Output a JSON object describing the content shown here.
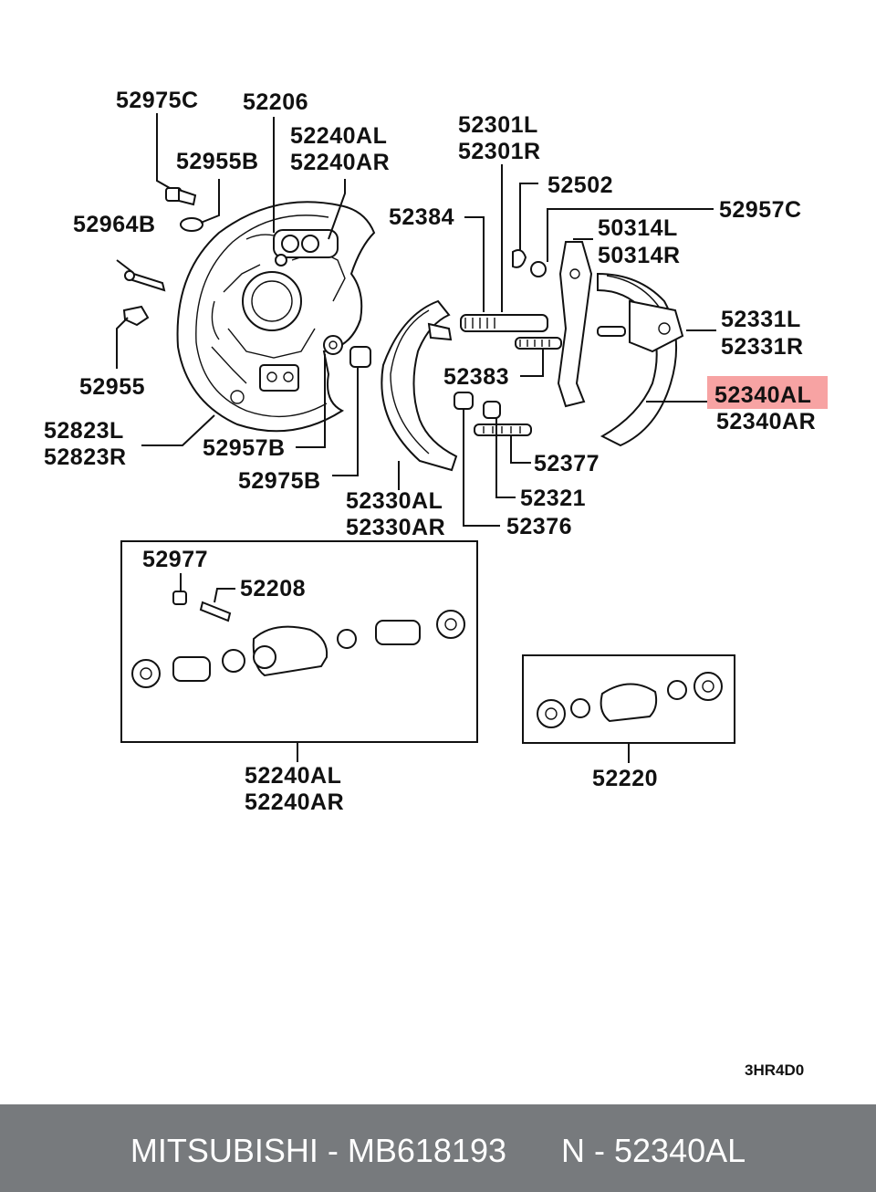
{
  "callouts": {
    "c52975C": "52975C",
    "c52206": "52206",
    "c52240AL_top": "52240AL",
    "c52240AR_top": "52240AR",
    "c52955B": "52955B",
    "c52964B": "52964B",
    "c52955": "52955",
    "c52823L": "52823L",
    "c52823R": "52823R",
    "c52957B": "52957B",
    "c52975B": "52975B",
    "c52301L": "52301L",
    "c52301R": "52301R",
    "c52502": "52502",
    "c52384": "52384",
    "c52957C": "52957C",
    "c50314L": "50314L",
    "c50314R": "50314R",
    "c52331L": "52331L",
    "c52331R": "52331R",
    "c52383": "52383",
    "c52340AL": "52340AL",
    "c52340AR": "52340AR",
    "c52377": "52377",
    "c52321": "52321",
    "c52330AL": "52330AL",
    "c52330AR": "52330AR",
    "c52376": "52376",
    "c52977": "52977",
    "c52208": "52208",
    "c52240AL_box": "52240AL",
    "c52240AR_box": "52240AR",
    "c52220": "52220"
  },
  "diagram_code": "3HR4D0",
  "highlight_color": "#f7a3a3",
  "footer": {
    "text": "MITSUBISHI - MB618193      N - 52340AL"
  }
}
